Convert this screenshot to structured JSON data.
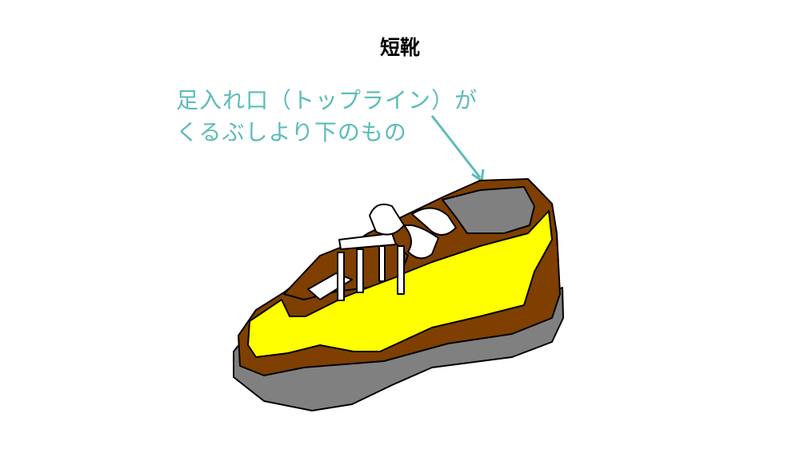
{
  "title": "短靴",
  "annotation": {
    "line1": "足入れ口（トップライン）が",
    "line2": "くるぶしより下のもの"
  },
  "colors": {
    "annotation": "#5bbcb8",
    "shoe_upper": "#ffff00",
    "shoe_trim": "#7f3f00",
    "sole": "#808080"
  },
  "illustration": "shoe-icon"
}
